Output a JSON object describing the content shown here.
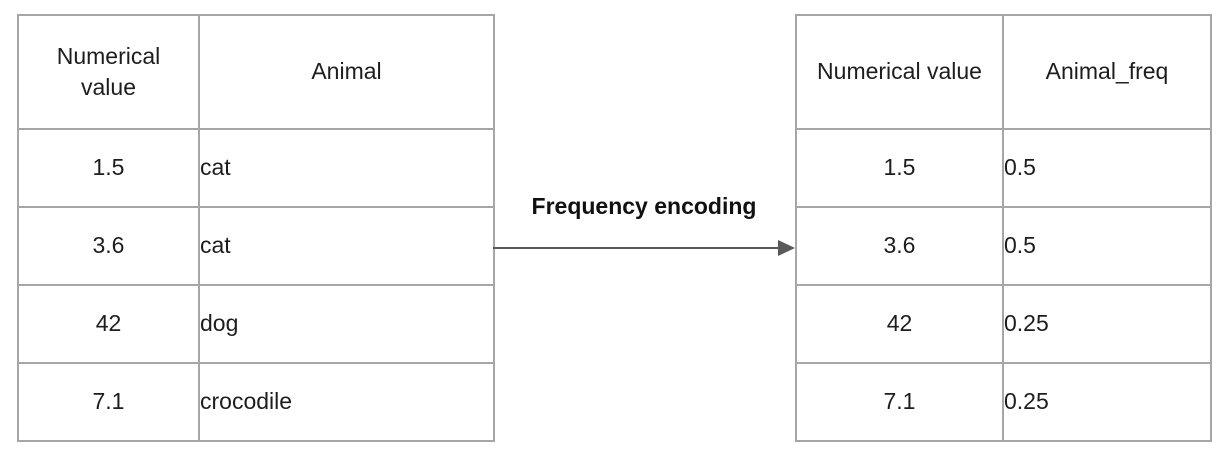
{
  "diagram": {
    "transform_label": "Frequency encoding"
  },
  "left_table": {
    "headers": [
      "Numerical value",
      "Animal"
    ],
    "rows": [
      [
        "1.5",
        "cat"
      ],
      [
        "3.6",
        "cat"
      ],
      [
        "42",
        "dog"
      ],
      [
        "7.1",
        "crocodile"
      ]
    ]
  },
  "right_table": {
    "headers": [
      "Numerical value",
      "Animal_freq"
    ],
    "rows": [
      [
        "1.5",
        "0.5"
      ],
      [
        "3.6",
        "0.5"
      ],
      [
        "42",
        "0.25"
      ],
      [
        "7.1",
        "0.25"
      ]
    ]
  },
  "colors": {
    "border": "#a6a6a6",
    "arrow": "#595959",
    "text": "#1d1d1d"
  }
}
